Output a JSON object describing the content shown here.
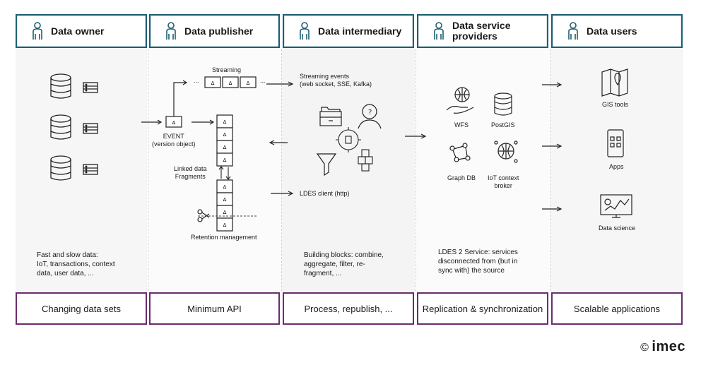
{
  "columns": [
    {
      "title": "Data owner",
      "footer": "Changing data sets"
    },
    {
      "title": "Data publisher",
      "footer": "Minimum API"
    },
    {
      "title": "Data intermediary",
      "footer": "Process, republish, ..."
    },
    {
      "title": "Data service providers",
      "title_line1": "Data service",
      "title_line2": "providers",
      "footer": "Replication & synchronization"
    },
    {
      "title": "Data users",
      "footer": "Scalable applications"
    }
  ],
  "owner": {
    "note_lines": [
      "Fast and slow data:",
      "IoT, transactions, context",
      "data, user data, ..."
    ]
  },
  "publisher": {
    "streaming": "Streaming",
    "event_line1": "EVENT",
    "event_line2": "(version object)",
    "linked_line1": "Linked data",
    "linked_line2": "Fragments",
    "retention": "Retention management",
    "ellipsis": "..."
  },
  "intermediary": {
    "streaming_events_line1": "Streaming events",
    "streaming_events_line2": "(web socket, SSE, Kafka)",
    "ldes_client": "LDES client (http)",
    "note_lines": [
      "Building blocks: combine,",
      "aggregate, filter, re-",
      "fragment, ..."
    ]
  },
  "providers": {
    "wfs": "WFS",
    "postgis": "PostGIS",
    "graphdb": "Graph DB",
    "iot_line1": "IoT context",
    "iot_line2": "broker",
    "note_lines": [
      "LDES 2 Service: services",
      "disconnected from (but in",
      "sync with) the source"
    ]
  },
  "users": {
    "gis": "GIS tools",
    "apps": "Apps",
    "datascience": "Data science"
  },
  "logo": "imec",
  "copyright": "©",
  "colors": {
    "header_border": "#1e5f74",
    "footer_border": "#6b2c6e"
  }
}
